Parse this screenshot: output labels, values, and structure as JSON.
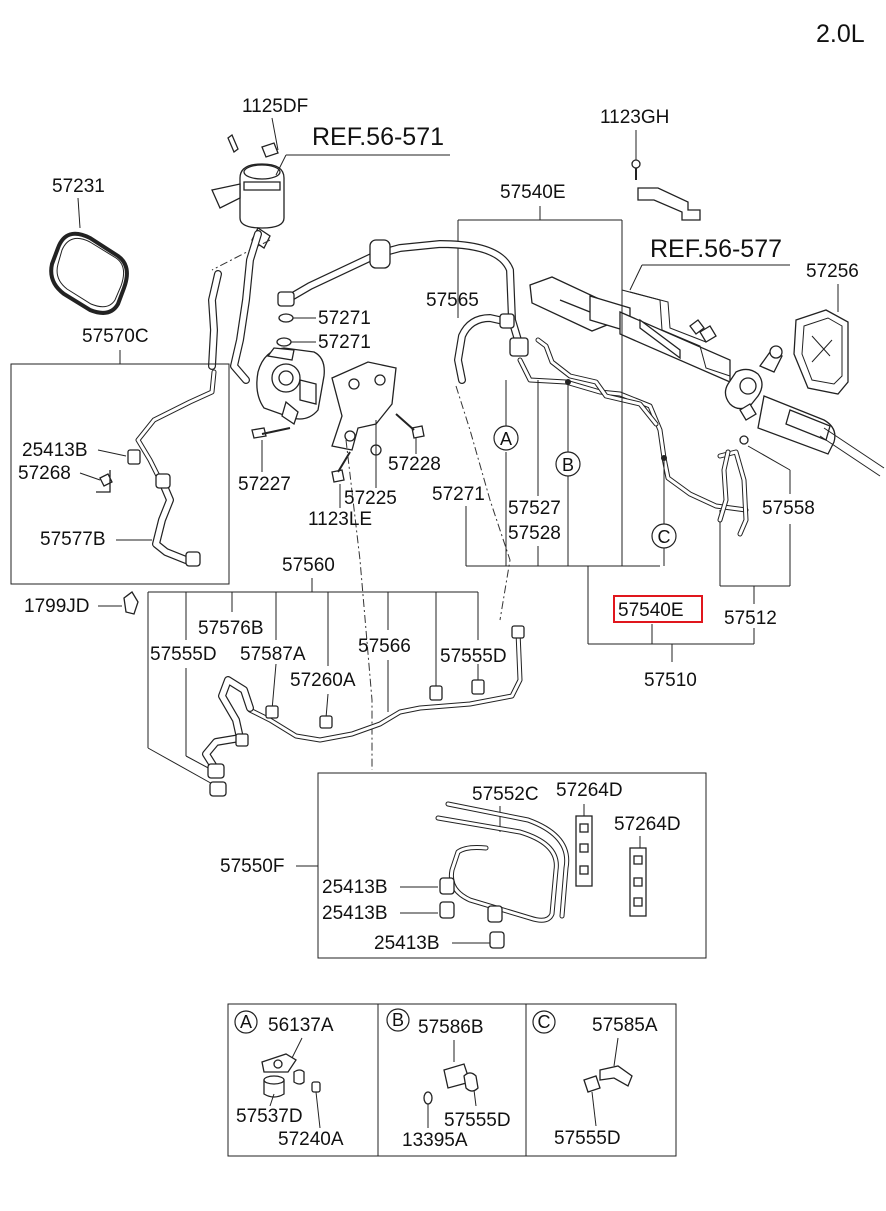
{
  "engine_label": "2.0L",
  "references": {
    "ref_571": "REF.56-571",
    "ref_577": "REF.56-577"
  },
  "labels": {
    "p1125DF": "1125DF",
    "p1123GH": "1123GH",
    "p57231": "57231",
    "p57540E_top": "57540E",
    "p57256": "57256",
    "p57570C": "57570C",
    "p57565": "57565",
    "p57271_a": "57271",
    "p57271_b": "57271",
    "p25413B_left": "25413B",
    "p57268": "57268",
    "p57228": "57228",
    "p57227": "57227",
    "p57225": "57225",
    "p1123LE": "1123LE",
    "p57271_c": "57271",
    "p57527": "57527",
    "p57528": "57528",
    "p57558": "57558",
    "p57577B": "57577B",
    "p57560": "57560",
    "p1799JD": "1799JD",
    "p57576B": "57576B",
    "p57555D_a": "57555D",
    "p57587A": "57587A",
    "p57566": "57566",
    "p57555D_b": "57555D",
    "p57260A": "57260A",
    "p57540E_hl": "57540E",
    "p57512": "57512",
    "p57510": "57510",
    "p57552C": "57552C",
    "p57264D_a": "57264D",
    "p57264D_b": "57264D",
    "p57550F": "57550F",
    "p25413B_a": "25413B",
    "p25413B_b": "25413B",
    "p25413B_c": "25413B"
  },
  "callouts": {
    "A": "A",
    "B": "B",
    "C": "C"
  },
  "legend": {
    "A": {
      "letter": "A",
      "parts": [
        "56137A",
        "57537D",
        "57240A"
      ]
    },
    "B": {
      "letter": "B",
      "parts": [
        "57586B",
        "57555D",
        "13395A"
      ]
    },
    "C": {
      "letter": "C",
      "parts": [
        "57585A",
        "57555D"
      ]
    }
  },
  "colors": {
    "highlight": "#e0161d",
    "ink": "#222222"
  }
}
